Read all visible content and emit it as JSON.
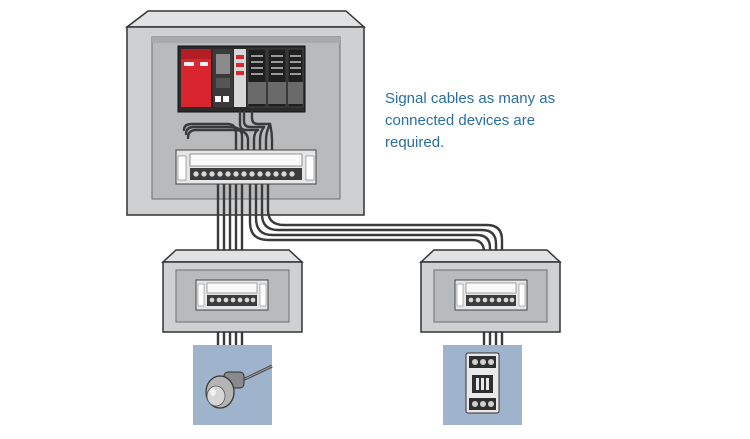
{
  "caption": {
    "line1": "Signal cables as many as",
    "line2": "connected devices are",
    "line3": "required."
  },
  "colors": {
    "enclosure_fill": "#cfd0d2",
    "enclosure_inner": "#b9babc",
    "enclosure_edge": "#333333",
    "cable": "#3a3a3a",
    "plc_red": "#d9262e",
    "device_panel": "#9fb3cc",
    "caption_text": "#2a6ea3"
  },
  "icons": [
    "plc-icon",
    "terminal-block-icon",
    "proximity-sensor-icon",
    "magnetic-contactor-icon"
  ]
}
